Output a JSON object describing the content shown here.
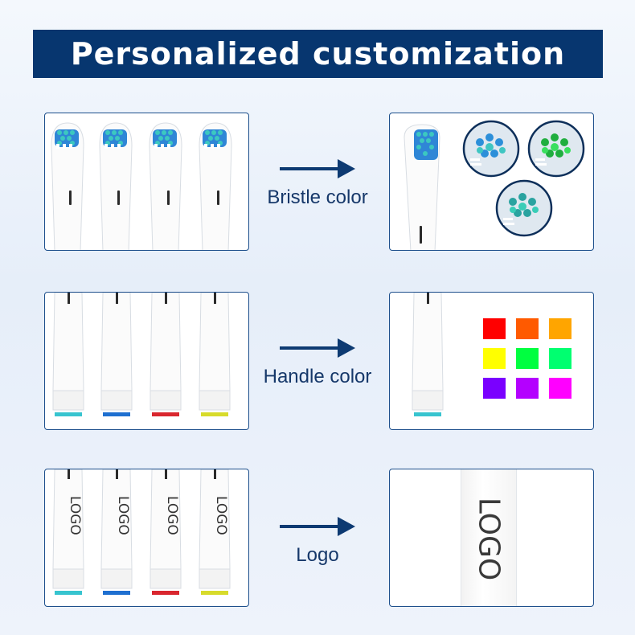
{
  "title": "Personalized customization",
  "rows": [
    {
      "label": "Bristle color"
    },
    {
      "label": "Handle color"
    },
    {
      "label": "Logo"
    }
  ],
  "handle_ring_colors": [
    "#37c4cf",
    "#1e6fd0",
    "#d9262e",
    "#d7db2b"
  ],
  "bristle_variants": [
    {
      "name": "blue-green",
      "colors": [
        "#3fc6c2",
        "#2c8fd9"
      ]
    },
    {
      "name": "green",
      "colors": [
        "#3adf5e",
        "#1fae3e"
      ]
    },
    {
      "name": "teal",
      "colors": [
        "#39cdb7",
        "#2aa3a0"
      ]
    }
  ],
  "palette": [
    "#ff0000",
    "#ff5a00",
    "#ffa500",
    "#ffff00",
    "#00ff40",
    "#00ff70",
    "#7a00ff",
    "#b400ff",
    "#ff00ff"
  ],
  "logo_text": "LOGO"
}
